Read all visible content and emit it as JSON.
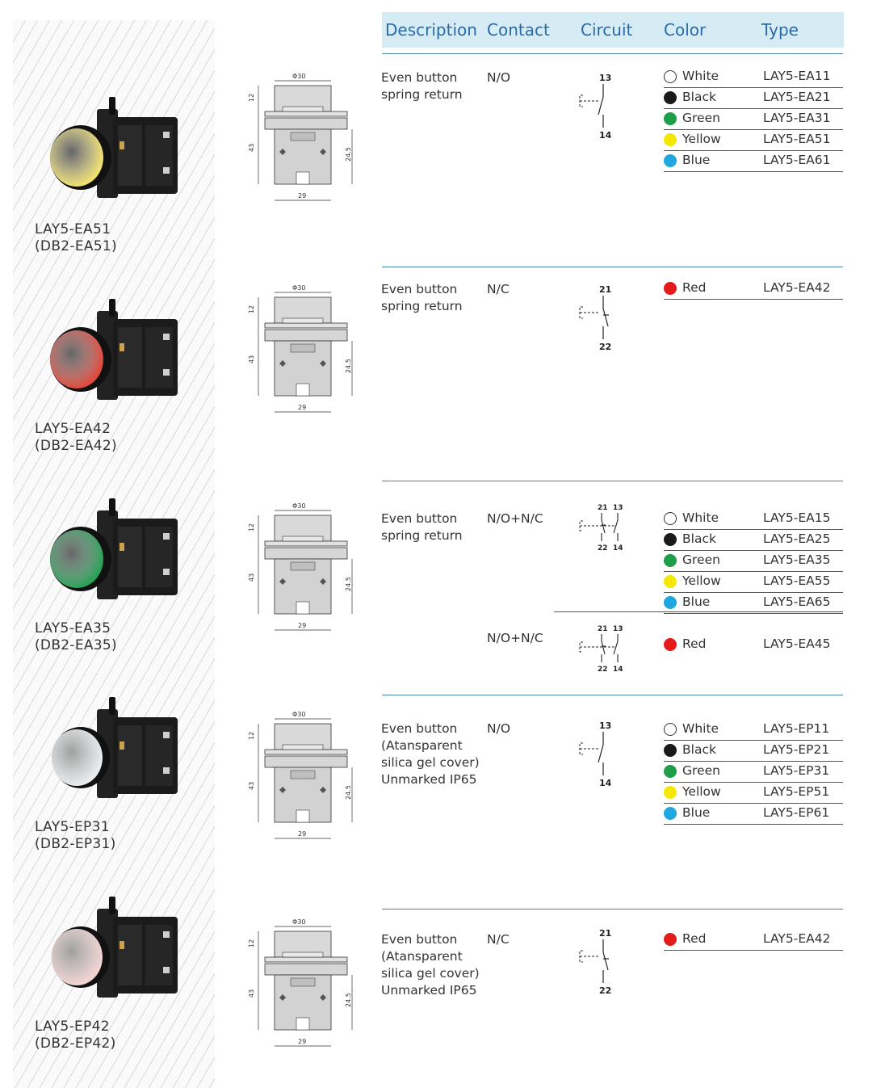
{
  "header": {
    "description": "Description",
    "contact": "Contact",
    "circuit": "Circuit",
    "color": "Color",
    "type": "Type"
  },
  "products": [
    {
      "model": "LAY5-EA51",
      "alt": "(DB2-EA51)",
      "button_color": "#f0e070"
    },
    {
      "model": "LAY5-EA42",
      "alt": "(DB2-EA42)",
      "button_color": "#e04a3e"
    },
    {
      "model": "LAY5-EA35",
      "alt": "(DB2-EA35)",
      "button_color": "#2aa058"
    },
    {
      "model": "LAY5-EP31",
      "alt": "(DB2-EP31)",
      "button_color": "#e8ecef"
    },
    {
      "model": "LAY5-EP42",
      "alt": "(DB2-EP42)",
      "button_color": "#f0d4d2"
    }
  ],
  "dimensions": {
    "width_top": "Φ30",
    "height_head": "12",
    "height_body": "43",
    "height_block": "24.5",
    "width_base": "29"
  },
  "sections": [
    {
      "description": [
        "Even button",
        "spring return"
      ],
      "contact": "N/O",
      "circuit": {
        "type": "NO",
        "top": "13",
        "bottom": "14"
      },
      "colors": [
        {
          "name": "White",
          "type": "LAY5-EA11",
          "hex": "#ffffff"
        },
        {
          "name": "Black",
          "type": "LAY5-EA21",
          "hex": "#1a1a1a"
        },
        {
          "name": "Green",
          "type": "LAY5-EA31",
          "hex": "#1f9e4a"
        },
        {
          "name": "Yellow",
          "type": "LAY5-EA51",
          "hex": "#f5e800"
        },
        {
          "name": "Blue",
          "type": "LAY5-EA61",
          "hex": "#1ea7e0"
        }
      ]
    },
    {
      "description": [
        "Even button",
        "spring return"
      ],
      "contact": "N/C",
      "circuit": {
        "type": "NC",
        "top": "21",
        "bottom": "22"
      },
      "colors": [
        {
          "name": "Red",
          "type": "LAY5-EA42",
          "hex": "#e31b1b"
        }
      ]
    },
    {
      "description": [
        "Even button",
        "spring return"
      ],
      "contact": "N/O+N/C",
      "circuit": {
        "type": "NONC",
        "top_left": "21",
        "top_right": "13",
        "bottom_left": "22",
        "bottom_right": "14"
      },
      "colors": [
        {
          "name": "White",
          "type": "LAY5-EA15",
          "hex": "#ffffff"
        },
        {
          "name": "Black",
          "type": "LAY5-EA25",
          "hex": "#1a1a1a"
        },
        {
          "name": "Green",
          "type": "LAY5-EA35",
          "hex": "#1f9e4a"
        },
        {
          "name": "Yellow",
          "type": "LAY5-EA55",
          "hex": "#f5e800"
        },
        {
          "name": "Blue",
          "type": "LAY5-EA65",
          "hex": "#1ea7e0"
        }
      ],
      "extra": {
        "contact": "N/O+N/C",
        "circuit": {
          "type": "NONC",
          "top_left": "21",
          "top_right": "13",
          "bottom_left": "22",
          "bottom_right": "14"
        },
        "color": {
          "name": "Red",
          "type": "LAY5-EA45",
          "hex": "#e31b1b"
        }
      }
    },
    {
      "description": [
        "Even button",
        "(Atansparent",
        "silica gel cover)",
        "Unmarked IP65"
      ],
      "contact": "N/O",
      "circuit": {
        "type": "NO",
        "top": "13",
        "bottom": "14"
      },
      "colors": [
        {
          "name": "White",
          "type": "LAY5-EP11",
          "hex": "#ffffff"
        },
        {
          "name": "Black",
          "type": "LAY5-EP21",
          "hex": "#1a1a1a"
        },
        {
          "name": "Green",
          "type": "LAY5-EP31",
          "hex": "#1f9e4a"
        },
        {
          "name": "Yellow",
          "type": "LAY5-EP51",
          "hex": "#f5e800"
        },
        {
          "name": "Blue",
          "type": "LAY5-EP61",
          "hex": "#1ea7e0"
        }
      ]
    },
    {
      "description": [
        "Even button",
        "(Atansparent",
        "silica gel cover)",
        "Unmarked IP65"
      ],
      "contact": "N/C",
      "circuit": {
        "type": "NC",
        "top": "21",
        "bottom": "22"
      },
      "colors": [
        {
          "name": "Red",
          "type": "LAY5-EA42",
          "hex": "#e31b1b"
        }
      ]
    }
  ]
}
